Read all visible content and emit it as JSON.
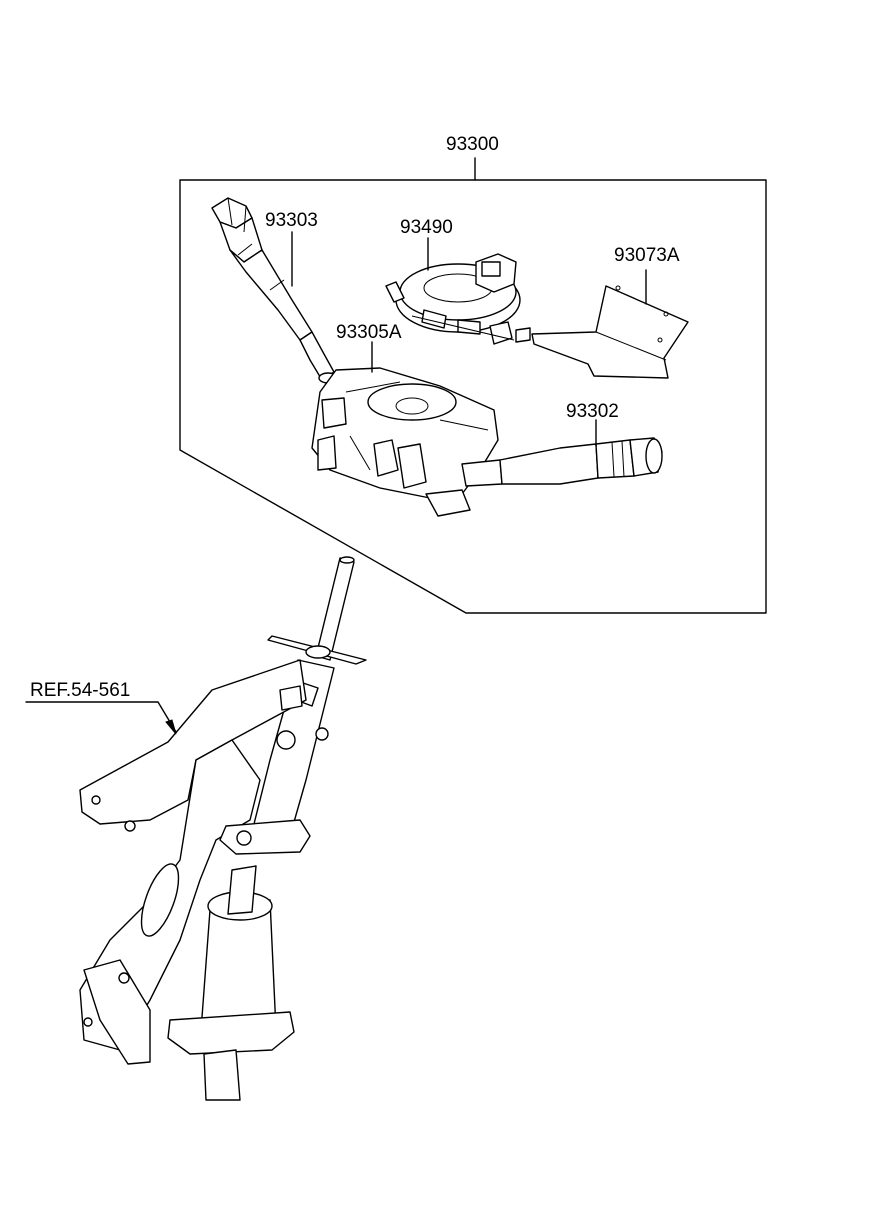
{
  "labels": {
    "assembly": "93300",
    "lever_left": "93303",
    "clock_spring": "93490",
    "cover": "93073A",
    "switch_body": "93305A",
    "lever_right": "93302",
    "reference": "REF.54-561"
  }
}
